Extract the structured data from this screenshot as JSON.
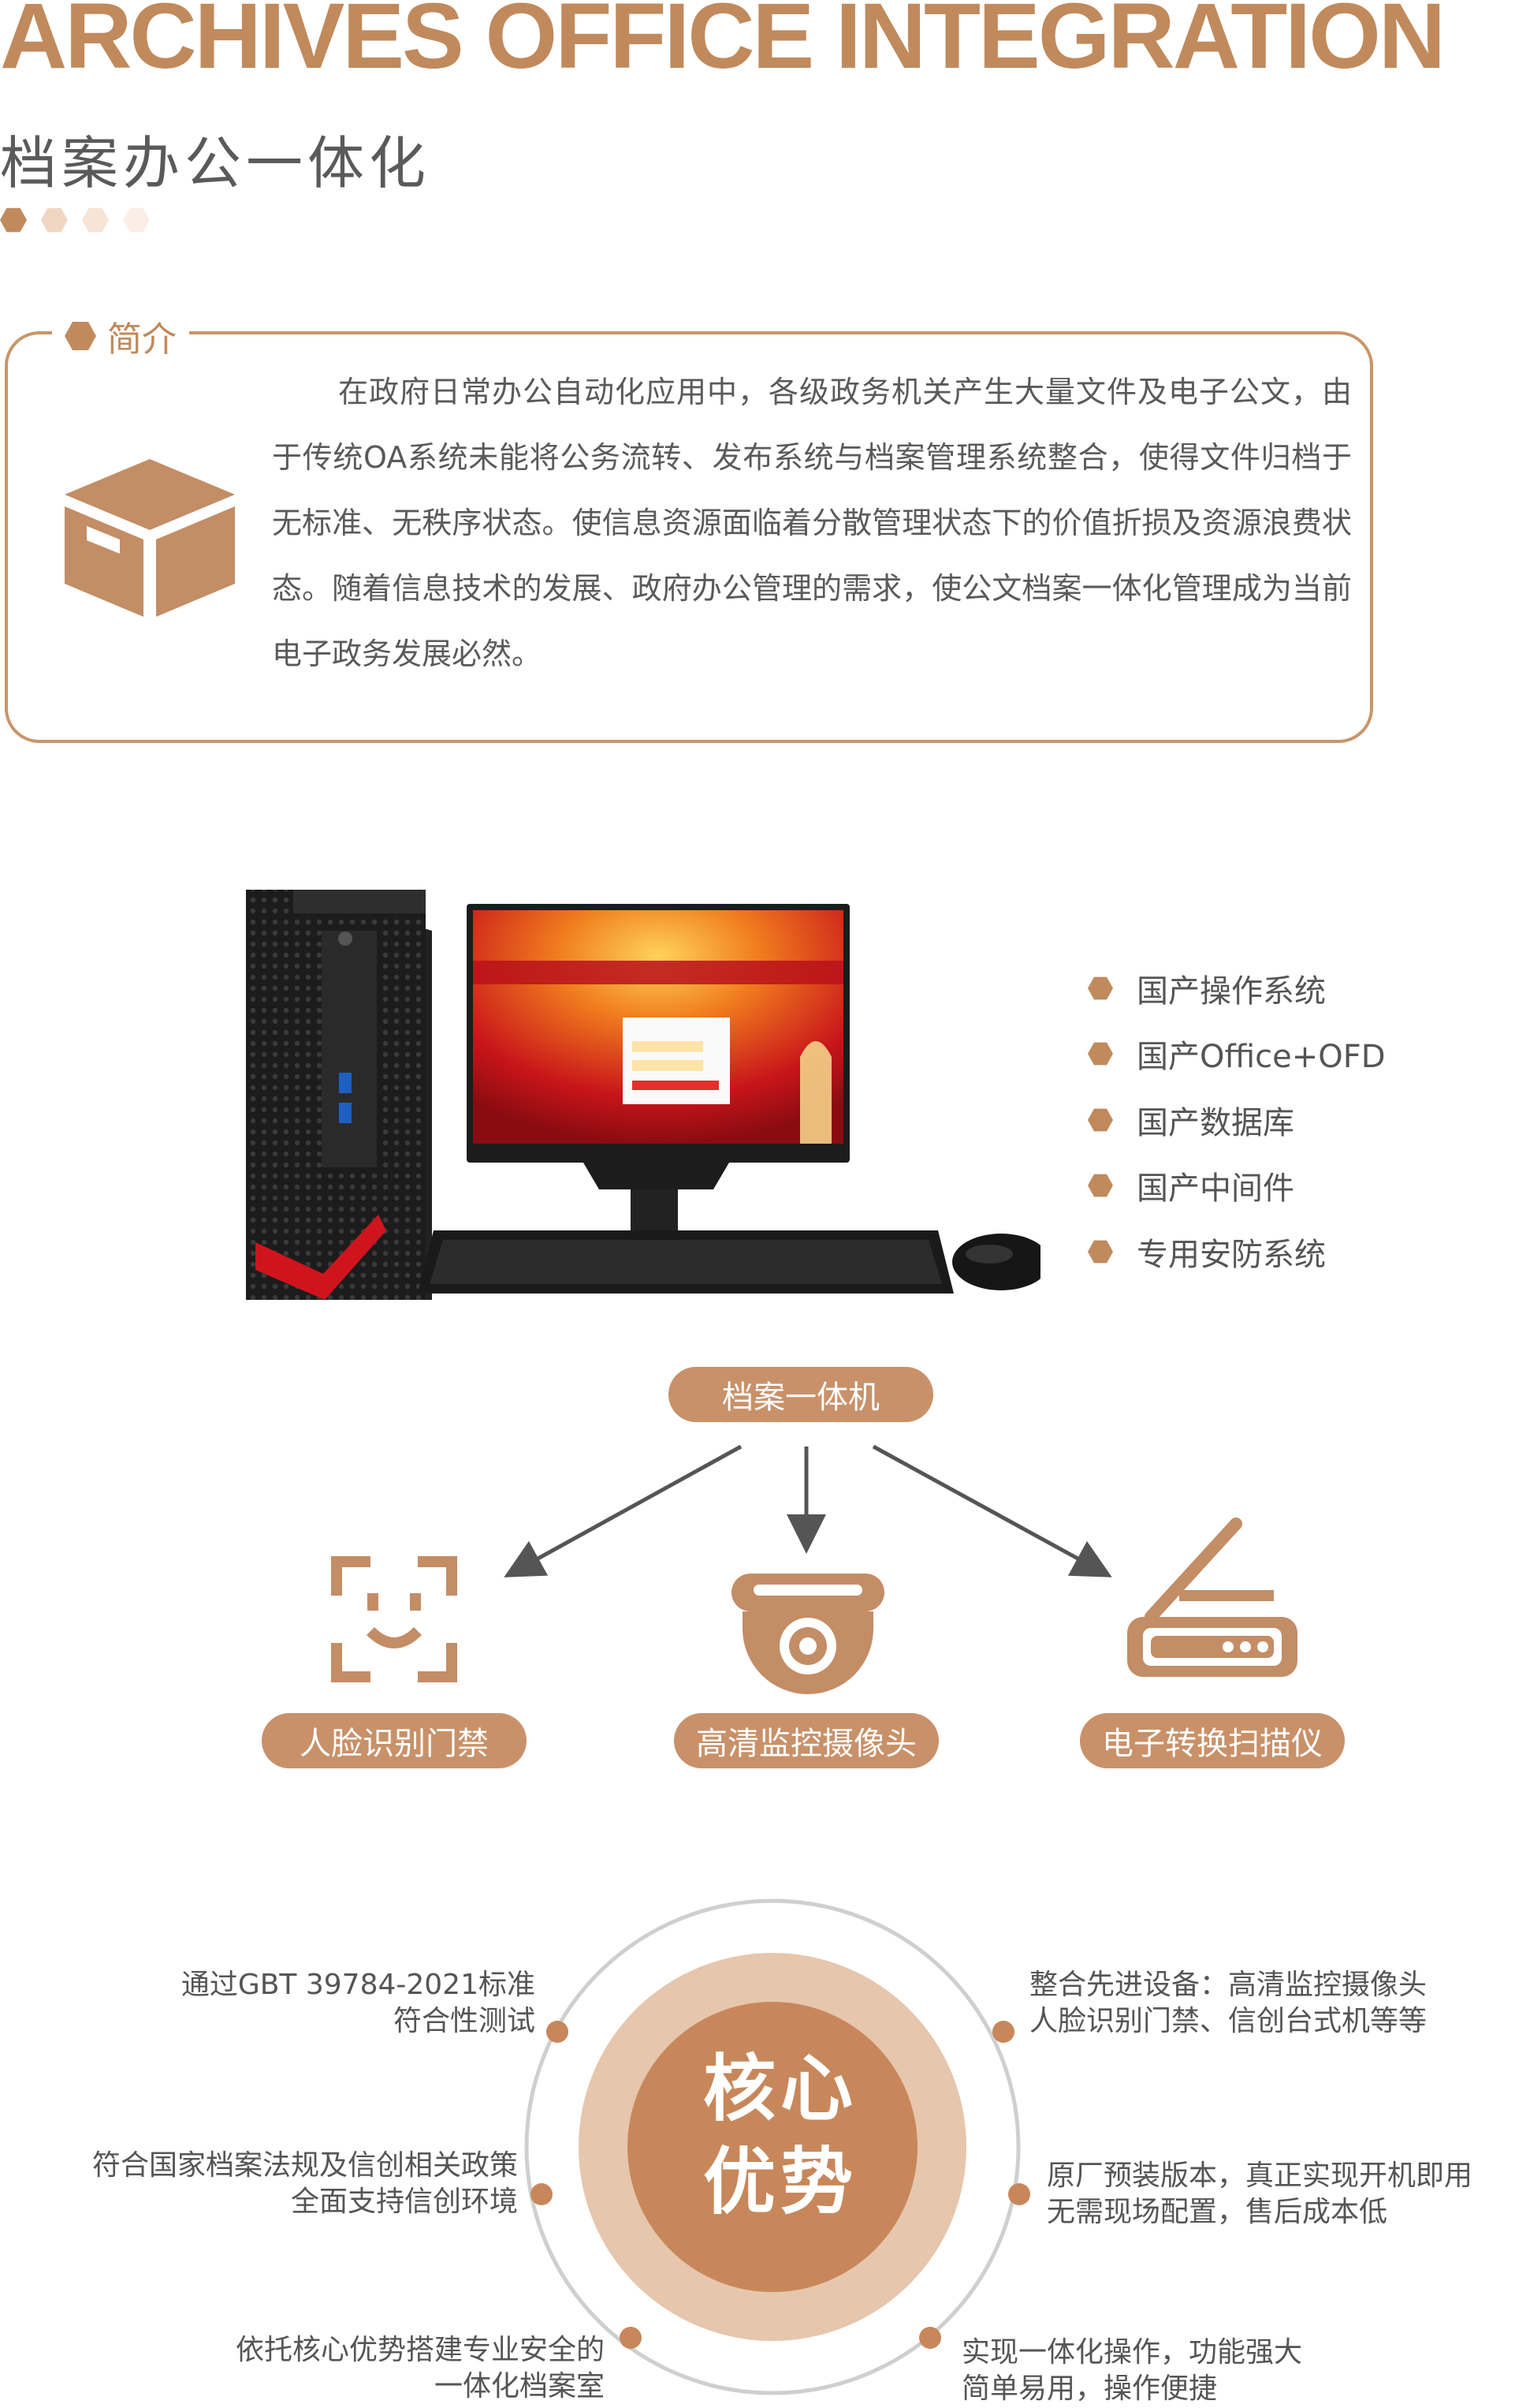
{
  "header": {
    "title_en": "ARCHIVES OFFICE INTEGRATION",
    "title_cn": "档案办公一体化",
    "dot_colors": [
      "#c08a5c",
      "#f0d6c2",
      "#f6e4d7",
      "#faeee6"
    ]
  },
  "intro": {
    "tag": "简介",
    "icon": "box-icon",
    "text": "在政府日常办公自动化应用中，各级政务机关产生大量文件及电子公文，由于传统OA系统未能将公务流转、发布系统与档案管理系统整合，使得文件归档于无标准、无秩序状态。使信息资源面临着分散管理状态下的价值折损及资源浪费状态。随着信息技术的发展、政府办公管理的需求，使公文档案一体化管理成为当前电子政务发展必然。"
  },
  "features": [
    "国产操作系统",
    "国产Office+OFD",
    "国产数据库",
    "国产中间件",
    "专用安防系统"
  ],
  "hub": {
    "label": "档案一体机"
  },
  "devices": [
    {
      "icon": "face-recognition-icon",
      "label": "人脸识别门禁"
    },
    {
      "icon": "dome-camera-icon",
      "label": "高清监控摄像头"
    },
    {
      "icon": "scanner-icon",
      "label": "电子转换扫描仪"
    }
  ],
  "core": {
    "title_line1": "核心",
    "title_line2": "优势",
    "left": [
      {
        "line1": "通过GBT 39784-2021标准",
        "line2": "符合性测试"
      },
      {
        "line1": "符合国家档案法规及信创相关政策",
        "line2": "全面支持信创环境"
      },
      {
        "line1": "依托核心优势搭建专业安全的",
        "line2": "一体化档案室"
      }
    ],
    "right": [
      {
        "line1": "整合先进设备：高清监控摄像头",
        "line2": "人脸识别门禁、信创台式机等等"
      },
      {
        "line1": "原厂预装版本，真正实现开机即用",
        "line2": "无需现场配置，售后成本低"
      },
      {
        "line1": "实现一体化操作，功能强大",
        "line2": "简单易用，操作便捷"
      }
    ]
  },
  "colors": {
    "accent": "#c08a5c",
    "pill": "#c89169",
    "ring_outer": "#e6c6ad",
    "ring_inner": "#c8875a"
  }
}
